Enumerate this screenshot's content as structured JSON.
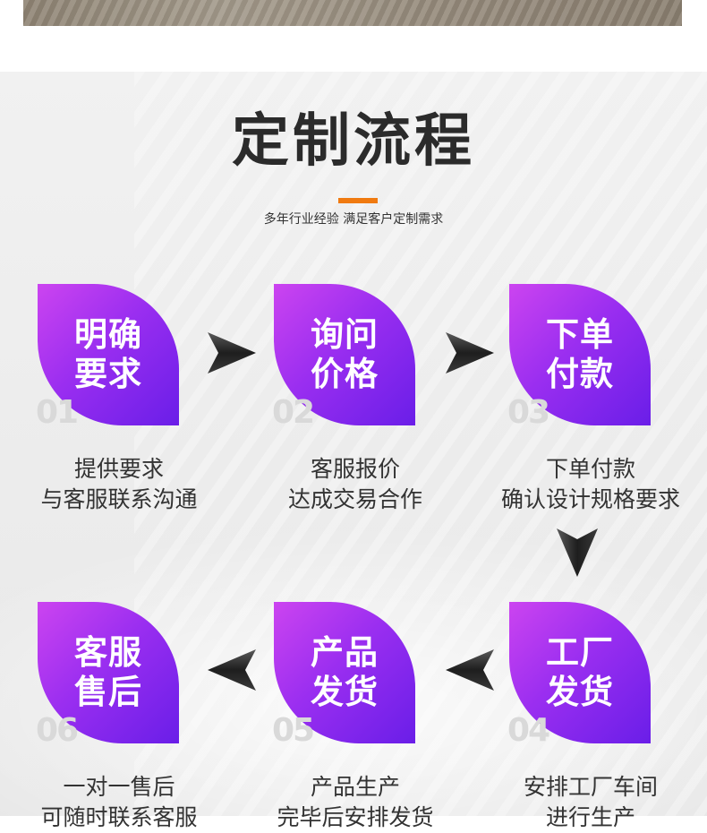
{
  "header": {
    "title": "定制流程",
    "subtitle": "多年行业经验 满足客户定制需求"
  },
  "colors": {
    "accent_bar": "#f07a10",
    "card_gradient_start": "#cc44f0",
    "card_gradient_end": "#6a1ee8"
  },
  "steps": [
    {
      "number": "01",
      "label": "明确要求",
      "desc_line1": "提供要求",
      "desc_line2": "与客服联系沟通"
    },
    {
      "number": "02",
      "label": "询问价格",
      "desc_line1": "客服报价",
      "desc_line2": "达成交易合作"
    },
    {
      "number": "03",
      "label": "下单付款",
      "desc_line1": "下单付款",
      "desc_line2": "确认设计规格要求"
    },
    {
      "number": "04",
      "label": "工厂发货",
      "desc_line1": "安排工厂车间",
      "desc_line2": "进行生产"
    },
    {
      "number": "05",
      "label": "产品发货",
      "desc_line1": "产品生产",
      "desc_line2": "完毕后安排发货"
    },
    {
      "number": "06",
      "label": "客服售后",
      "desc_line1": "一对一售后",
      "desc_line2": "可随时联系客服"
    }
  ],
  "icons": {
    "arrow_right": "arrow-right-icon",
    "arrow_left": "arrow-left-icon",
    "arrow_down": "arrow-down-icon"
  }
}
